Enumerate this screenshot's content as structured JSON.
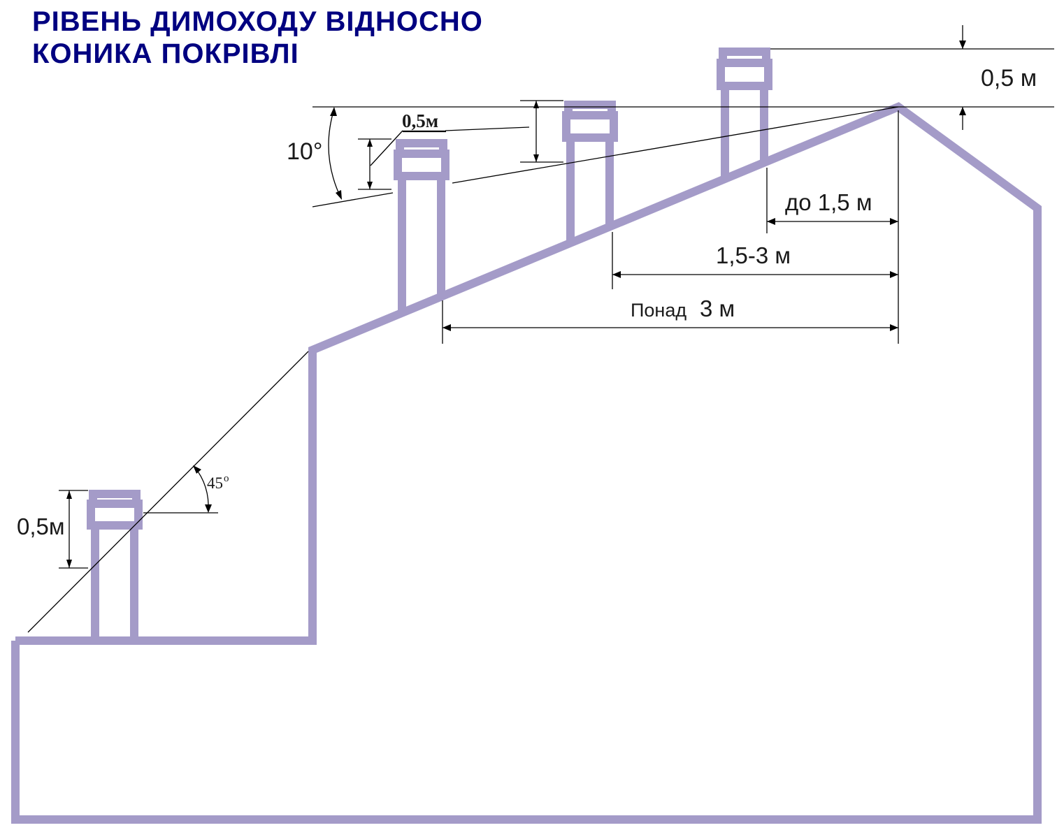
{
  "title": {
    "line1": "РІВЕНЬ ДИМОХОДУ ВІДНОСНО",
    "line2": "КОНИКА ПОКРІВЛІ"
  },
  "colors": {
    "structure": "#a49bc8",
    "title": "#000080",
    "lines": "#000000"
  },
  "labels": {
    "above_ridge": "0,5 м",
    "angle_10": "10°",
    "chimney3_height": "0,5м",
    "dist_up_to": "до 1,5 м",
    "dist_mid": "1,5-3 м",
    "dist_over_prefix": "Понад",
    "dist_over_value": "3 м",
    "angle_45": "45",
    "angle_45_degree": "o",
    "low_chimney_height": "0,5м"
  }
}
